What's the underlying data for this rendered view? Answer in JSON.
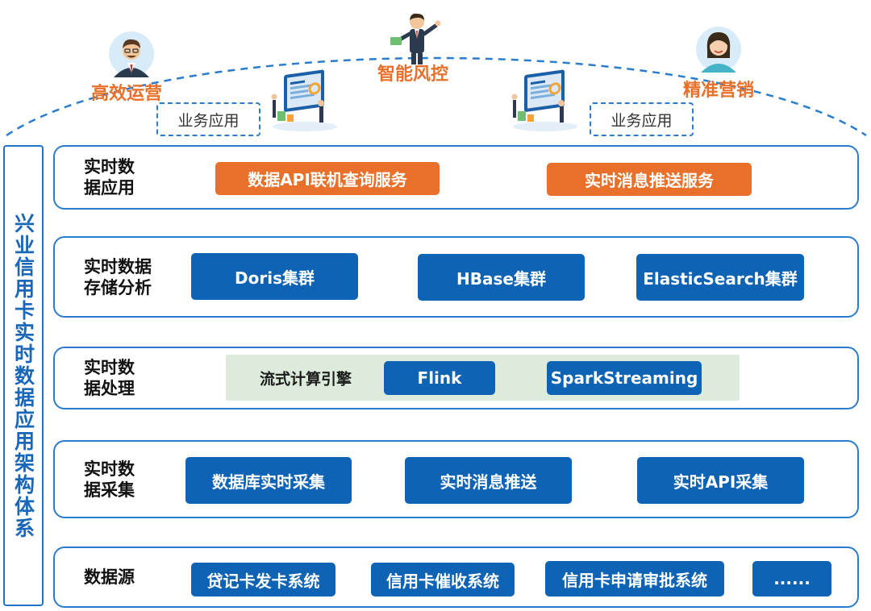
{
  "vertical_title": "兴业信用卡实时数据应用架构体系",
  "roles": {
    "left": "高效运营",
    "center": "智能风控",
    "right": "精准营销"
  },
  "business_apps": {
    "left": "业务应用",
    "right": "业务应用"
  },
  "layers": [
    {
      "label": "实时数\n据应用",
      "items": [
        "数据API联机查询服务",
        "实时消息推送服务"
      ]
    },
    {
      "label": "实时数据\n存储分析",
      "items": [
        "Doris集群",
        "HBase集群",
        "ElasticSearch集群"
      ]
    },
    {
      "label": "实时数\n据处理",
      "engine_label": "流式计算引擎",
      "items": [
        "Flink",
        "SparkStreaming"
      ]
    },
    {
      "label": "实时数\n据采集",
      "items": [
        "数据库实时采集",
        "实时消息推送",
        "实时API采集"
      ]
    },
    {
      "label": "数据源",
      "items": [
        "贷记卡发卡系统",
        "信用卡催收系统",
        "信用卡申请审批系统",
        "......"
      ]
    }
  ],
  "colors": {
    "primary_blue": "#0f63b4",
    "border_blue": "#2a7ccc",
    "accent_orange": "#e8702a",
    "engine_band": "#dcebdc"
  },
  "icons": {
    "left_person": "businessman-avatar-icon",
    "center_person": "presenter-avatar-icon",
    "right_person": "woman-avatar-icon",
    "left_monitor": "analytics-monitor-icon",
    "right_monitor": "analytics-monitor-icon"
  }
}
